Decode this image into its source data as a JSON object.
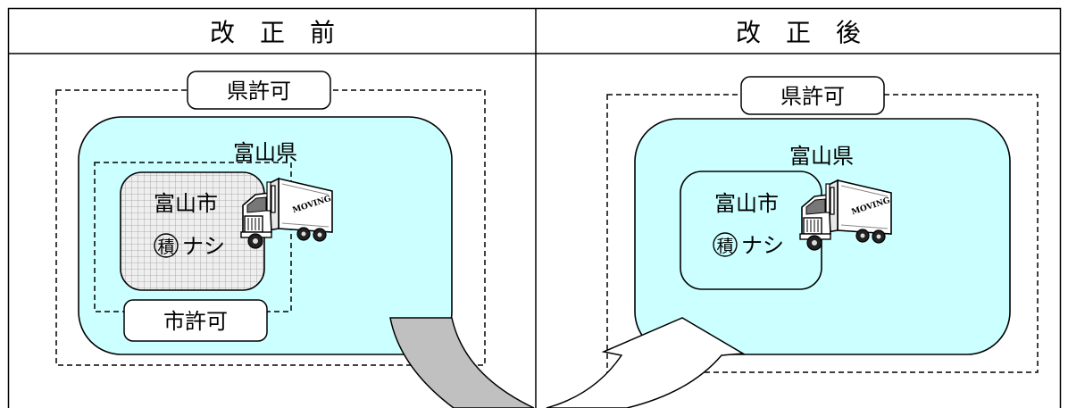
{
  "table": {
    "header_before": "改　正　前",
    "header_after": "改　正　後"
  },
  "before": {
    "prefecture_permit": "県許可",
    "prefecture": "富山県",
    "city": "富山市",
    "mark_char": "積",
    "mark_suffix": "ナシ",
    "city_permit": "市許可"
  },
  "after": {
    "prefecture_permit": "県許可",
    "prefecture": "富山県",
    "city": "富山市",
    "mark_char": "積",
    "mark_suffix": "ナシ"
  },
  "truck": {
    "cargo_text": "MOVING"
  },
  "colors": {
    "region_fill": "#ccffff",
    "grid_fill": "#d9d9d9",
    "arrow_fill": "#c0c0c0",
    "line": "#000000"
  }
}
